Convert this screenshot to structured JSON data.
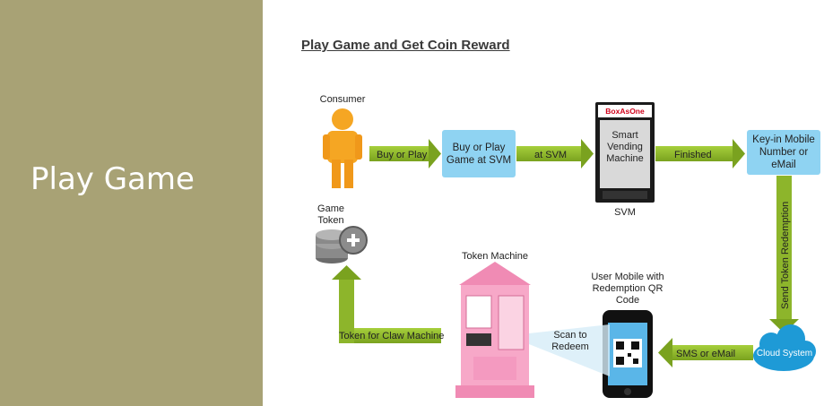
{
  "slide": {
    "title": "Play Game",
    "heading": "Play Game and Get Coin Reward"
  },
  "nodes": {
    "consumer": "Consumer",
    "buy_play_box": "Buy or Play Game at SVM",
    "svm_logo": "BoxAsOne",
    "svm_screen": "Smart Vending Machine",
    "svm_label": "SVM",
    "keyin_box": "Key-in Mobile Number or eMail",
    "cloud": "Cloud System",
    "mobile_label": "User Mobile with Redemption QR Code",
    "scan": "Scan to Redeem",
    "token_machine": "Token Machine",
    "game_token": "Game Token"
  },
  "edges": {
    "buy_or_play": "Buy or Play",
    "at_svm": "at SVM",
    "finished": "Finished",
    "send_token": "Send Token Redemption",
    "sms_email": "SMS or eMail",
    "token_claw": "Token for Claw Machine"
  },
  "colors": {
    "panel": "#a8a275",
    "arrow": "#8db52b",
    "box": "#8fd3f2",
    "consumer": "#f5a623",
    "cloud": "#1e9ad6"
  }
}
